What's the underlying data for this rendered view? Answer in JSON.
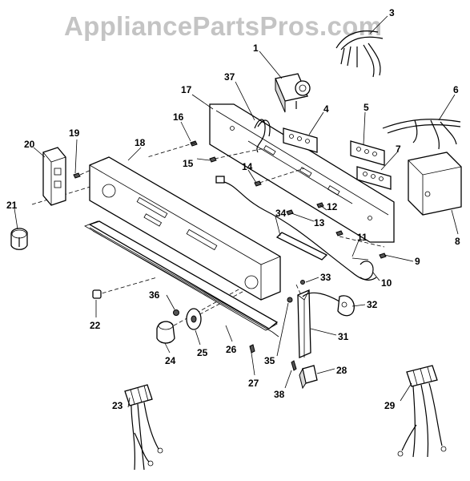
{
  "watermark": "AppliancePartsPros.com",
  "callouts": [
    "1",
    "3",
    "4",
    "5",
    "6",
    "7",
    "8",
    "9",
    "10",
    "11",
    "12",
    "13",
    "14",
    "15",
    "16",
    "17",
    "18",
    "19",
    "20",
    "21",
    "22",
    "23",
    "24",
    "25",
    "26",
    "27",
    "28",
    "29",
    "31",
    "32",
    "33",
    "34",
    "35",
    "36",
    "37",
    "38"
  ]
}
